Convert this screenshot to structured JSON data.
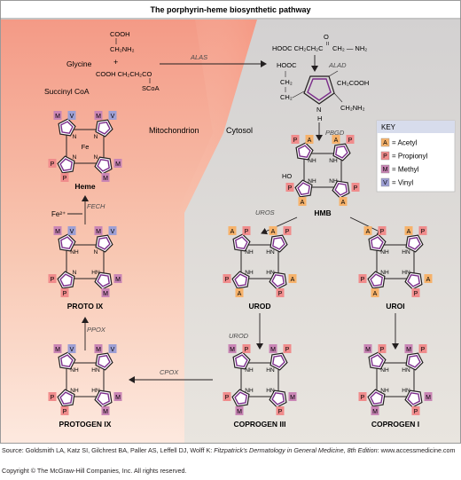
{
  "title": "The porphyrin-heme biosynthetic pathway",
  "compartments": {
    "mitochondrion": "Mitochondrion",
    "cytosol": "Cytosol"
  },
  "substrates": {
    "cooh": "COOH",
    "ch2nh2": "CH₂NH₂",
    "glycine": "Glycine",
    "plus": "+",
    "succinyl_chain": "COOH CH₂CH₂CO",
    "scoa": "SCoA",
    "succinyl_coa": "Succinyl CoA"
  },
  "ala": {
    "chain": "HOOC CH₂CH₂C",
    "o": "O",
    "nh2": "CH₂ — NH₂"
  },
  "pbg": {
    "cooh": "HOOC",
    "ch2a": "CH₂",
    "ch2b": "CH₂",
    "ch2cooh": "CH₂COOH",
    "ch2nh2": "CH₂NH₂",
    "n": "N",
    "h": "H"
  },
  "enzymes": {
    "alas": "ALAS",
    "alad": "ALAD",
    "pbgd": "PBGD",
    "uros": "UROS",
    "urod": "UROD",
    "cpox": "CPOX",
    "ppox": "PPOX",
    "fech": "FECH"
  },
  "iron": "Fe²⁺",
  "hmb_oh": "HO",
  "compounds": {
    "heme": "Heme",
    "hmb": "HMB",
    "urod": "UROD",
    "uroi": "UROI",
    "proto": "PROTO IX",
    "protogen": "PROTOGEN IX",
    "coprogen3": "COPROGEN III",
    "coprogen1": "COPROGEN I"
  },
  "key": {
    "title": "KEY",
    "items": [
      {
        "letter": "A",
        "label": "= Acetyl",
        "color": "#f6b26b"
      },
      {
        "letter": "P",
        "label": "= Propionyl",
        "color": "#f08c8c"
      },
      {
        "letter": "M",
        "label": "= Methyl",
        "color": "#c985b5"
      },
      {
        "letter": "V",
        "label": "= Vinyl",
        "color": "#9d9fd4"
      }
    ]
  },
  "ring_labels": {
    "heme": [
      "M",
      "V",
      "M",
      "V",
      "M",
      "M",
      "P",
      "P"
    ],
    "hmb": [
      "P",
      "A",
      "A",
      "P",
      "P",
      "A",
      "A",
      "P"
    ],
    "urod": [
      "A",
      "P",
      "A",
      "P",
      "A",
      "P",
      "A",
      "P"
    ],
    "uroi": [
      "A",
      "P",
      "A",
      "P",
      "A",
      "P",
      "A",
      "P"
    ],
    "proto": [
      "M",
      "V",
      "M",
      "V",
      "M",
      "M",
      "P",
      "P"
    ],
    "protogen": [
      "M",
      "V",
      "M",
      "V",
      "M",
      "M",
      "P",
      "P"
    ],
    "coprogen3": [
      "M",
      "P",
      "M",
      "P",
      "M",
      "P",
      "M",
      "P"
    ],
    "coprogen1": [
      "M",
      "P",
      "M",
      "P",
      "M",
      "P",
      "M",
      "P"
    ]
  },
  "nitrogen": {
    "nh": "NH",
    "n": "N",
    "hn": "HN",
    "fe": "Fe"
  },
  "colors": {
    "mito_top": "#f49a86",
    "mito_bottom": "#fbe3d6",
    "cytosol": "#d6d4d4",
    "acetyl": "#f6b26b",
    "propionyl": "#f08c8c",
    "methyl": "#c985b5",
    "vinyl": "#9d9fd4"
  },
  "footer": {
    "source_prefix": "Source: Goldsmith LA, Katz SI, Gilchrest BA, Paller AS, Leffell DJ, Wolff K: ",
    "source_italic": "Fitzpatrick's Dermatology in General Medicine, 8th Edition",
    "source_suffix": ": www.accessmedicine.com",
    "copyright": "Copyright © The McGraw-Hill Companies, Inc. All rights reserved."
  }
}
